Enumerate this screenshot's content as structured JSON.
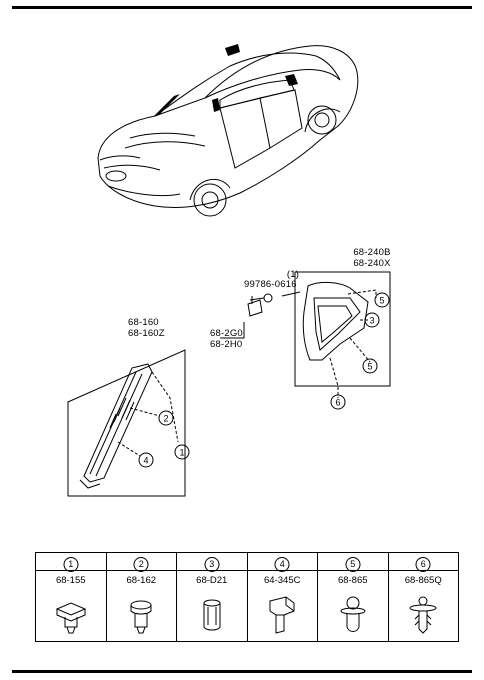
{
  "labels": {
    "pillar_rear": [
      "68-240B",
      "68-240X"
    ],
    "screw_qty": "(1)",
    "screw": "99786-0616",
    "bracket": [
      "68-2G0",
      "68-2H0"
    ],
    "pillar_front": [
      "68-160",
      "68-160Z"
    ]
  },
  "callouts": {
    "rear": [
      "5",
      "3",
      "5",
      "6"
    ],
    "front": [
      "2",
      "4",
      "1"
    ]
  },
  "legend": [
    {
      "num": "1",
      "code": "68-155",
      "icon": "clip-square-icon"
    },
    {
      "num": "2",
      "code": "68-162",
      "icon": "clip-push-icon"
    },
    {
      "num": "3",
      "code": "68-D21",
      "icon": "clip-sleeve-icon"
    },
    {
      "num": "4",
      "code": "64-345C",
      "icon": "clip-bracket-icon"
    },
    {
      "num": "5",
      "code": "68-865",
      "icon": "clip-rivet-icon"
    },
    {
      "num": "6",
      "code": "68-865Q",
      "icon": "clip-fir-tree-icon"
    }
  ]
}
